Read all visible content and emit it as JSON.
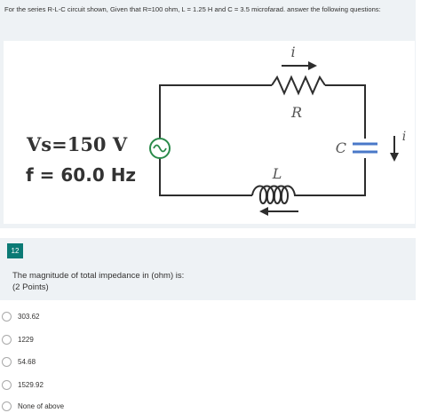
{
  "header": {
    "intro": "For the series R-L-C circuit shown, Given that R=100 ohm, L = 1.25 H and C = 3.5 microfarad. answer the following questions:"
  },
  "circuit": {
    "source_voltage": "Vs=150 V",
    "frequency": "f = 60.0 Hz",
    "resistor_label": "R",
    "inductor_label": "L",
    "capacitor_label": "C",
    "current_label": "i"
  },
  "question": {
    "number": "12",
    "text": "The magnitude of total impedance in (ohm) is:",
    "points": "(2 Points)",
    "options": [
      {
        "label": "303.62"
      },
      {
        "label": "1229"
      },
      {
        "label": "54.68"
      },
      {
        "label": "1529.92"
      },
      {
        "label": "None of above"
      }
    ]
  }
}
